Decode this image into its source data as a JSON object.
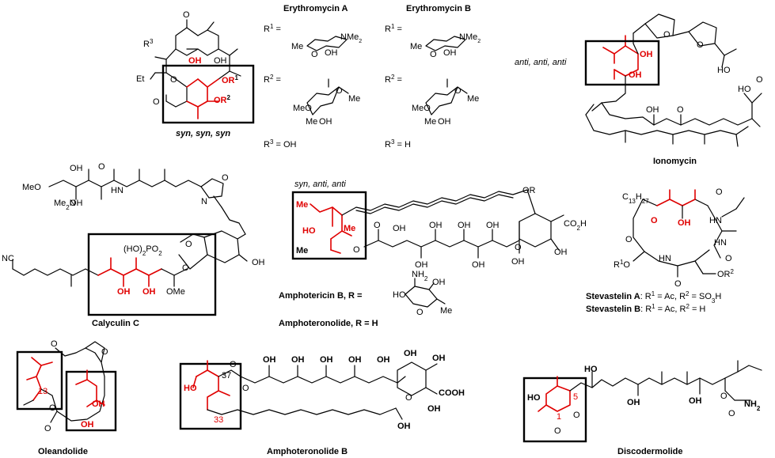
{
  "molecules": {
    "erythromycin": {
      "title_a": "Erythromycin A",
      "title_b": "Erythromycin B",
      "stereo": "syn, syn, syn",
      "atoms": {
        "o1": "O",
        "r3": "R",
        "r3sup": "3",
        "oh1": "OH",
        "oh2": "OH",
        "et": "Et",
        "or1": "OR",
        "or1sup": "1",
        "or2": "OR",
        "or2sup": "2",
        "o_ring": "O",
        "o_carb": "O"
      },
      "r1_label": "R",
      "r1_sup": "1",
      "r1_eq": " =",
      "r2_label": "R",
      "r2_sup": "2",
      "r2_eq": " =",
      "r3_a": "R",
      "r3_a_sup": "3",
      "r3_a_val": " = OH",
      "r3_b": "R",
      "r3_b_sup": "3",
      "r3_b_val": " = H",
      "sugar_a1": {
        "me": "Me",
        "nme": "NMe",
        "nme_sub": "2",
        "oh": "OH",
        "o": "O"
      },
      "sugar_a2": {
        "meo": "MeO",
        "me": "Me",
        "oh": "OH",
        "o": "O",
        "me2": "Me"
      },
      "sugar_b1": {
        "me": "Me",
        "nme": "NMe",
        "nme_sub": "2",
        "oh": "OH",
        "o": "O"
      },
      "sugar_b2": {
        "meo": "MeO",
        "me": "Me",
        "oh": "OH",
        "o": "O",
        "me2": "Me"
      }
    },
    "ionomycin": {
      "title": "Ionomycin",
      "stereo": "anti, anti, anti",
      "atoms": {
        "oh_a": "OH",
        "oh_b": "OH",
        "ho": "HO",
        "o1": "O",
        "o2": "O",
        "oh_enol": "OH",
        "o_keto": "O",
        "ho_acid": "HO",
        "o_acid": "O"
      }
    },
    "calyculin": {
      "title": "Calyculin C",
      "atoms": {
        "meo": "MeO",
        "oh1": "OH",
        "oh2": "OH",
        "nme2": "Me",
        "nme2_n": "N",
        "nme2_sub": "2",
        "o_amide": "O",
        "nh": "N",
        "nh_h": "H",
        "oxazole_o": "O",
        "oxazole_n": "N",
        "cn": "N",
        "cn_c": "C",
        "phos": "(HO)",
        "phos_sub": "2",
        "phos_po": "PO",
        "phos_sub2": "2",
        "oh3": "OH",
        "oh4": "OH",
        "oh5": "OH",
        "ome": "OMe",
        "o_a": "O",
        "o_b": "O"
      }
    },
    "amphotericin": {
      "stereo": "syn, anti, anti",
      "label": "Amphotericin B, R =",
      "label2": "Amphoteronolide, R = H",
      "atoms": {
        "or": "OR",
        "me": "Me",
        "ho": "HO",
        "me2": "Me",
        "o_lac": "O",
        "co2h": "CO",
        "co2h_sub": "2",
        "co2h_h": "H",
        "oh1": "OH",
        "oh2": "OH",
        "oh3": "OH",
        "oh4": "OH",
        "oh5": "OH",
        "oh6": "OH",
        "oh7": "OH",
        "oh8": "OH",
        "oh9": "OH",
        "o_ring": "O",
        "o_keto": "O"
      },
      "sugar": {
        "nh2": "NH",
        "nh2_sub": "2",
        "oh": "OH",
        "ho": "HO",
        "o": "O",
        "me": "Me"
      }
    },
    "stevastelin": {
      "atoms": {
        "c13": "C",
        "c13sub": "13",
        "c13h": "H",
        "c13hsub": "27",
        "o_ring": "O",
        "oh": "OH",
        "nh1": "H",
        "nh1n": "N",
        "o1": "O",
        "o2": "O",
        "nh2": "HN",
        "or1": "R",
        "or1sup": "1",
        "or1o": "O",
        "hn": "HN",
        "o3": "O",
        "or2": "OR",
        "or2sup": "2",
        "o4": "O"
      },
      "label_a": "Stevastelin A",
      "label_a_rest": ": R",
      "label_a_sup1": "1",
      "label_a_mid": " = Ac, R",
      "label_a_sup2": "2",
      "label_a_end": " = SO",
      "label_a_sub": "3",
      "label_a_h": "H",
      "label_b": "Stevastelin B",
      "label_b_rest": ": R",
      "label_b_sup1": "1",
      "label_b_mid": " = Ac, R",
      "label_b_sup2": "2",
      "label_b_end": " = H"
    },
    "oleandolide": {
      "title": "Oleandolide",
      "atoms": {
        "o_top": "O",
        "o_ep": "O",
        "n13": "13",
        "o_ring": "O",
        "o_bot": "O",
        "oh1": "OH",
        "oh2": "OH"
      }
    },
    "amphoteronolide_b": {
      "title": "Amphoteronolide B",
      "atoms": {
        "o": "O",
        "n37": "37",
        "ho": "HO",
        "n33": "33",
        "o_keto": "O",
        "oh1": "OH",
        "oh2": "OH",
        "oh3": "OH",
        "oh4": "OH",
        "oh5": "OH",
        "oh6": "OH",
        "oh7": "OH",
        "o_ring": "O",
        "cooh": "COOH",
        "oh8": "OH",
        "oh9": "OH"
      }
    },
    "discodermolide": {
      "title": "Discodermolide",
      "atoms": {
        "ho_top": "HO",
        "ho": "HO",
        "n5": "5",
        "o_ring": "O",
        "n1": "1",
        "o_carb": "O",
        "oh1": "OH",
        "oh2": "OH",
        "o_carbamate": "O",
        "o_c": "O",
        "nh2": "NH",
        "nh2_sub": "2"
      }
    }
  }
}
